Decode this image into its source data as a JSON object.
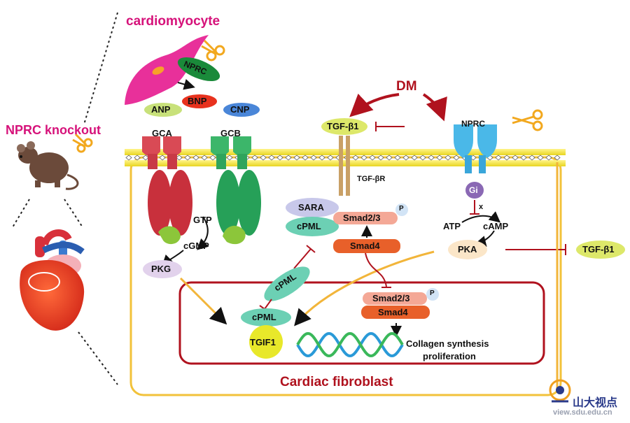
{
  "labels": {
    "cardiomyocyte": "cardiomyocyte",
    "nprc_knockout": "NPRC knockout",
    "dm": "DM",
    "cardiac_fibroblast": "Cardiac fibroblast",
    "nprc_cell": "NPRC",
    "nprc_receptor": "NPRC",
    "anp": "ANP",
    "bnp": "BNP",
    "cnp": "CNP",
    "gca": "GCA",
    "gcb": "GCB",
    "gtp": "GTP",
    "cgmp": "cGMP",
    "pkg": "PKG",
    "tgfb1_top": "TGF-β1",
    "tgfbr": "TGF-βR",
    "gi": "Gi",
    "x_mark": "x",
    "atp": "ATP",
    "camp": "cAMP",
    "pka": "PKA",
    "tgfb1_right": "TGF-β1",
    "sara": "SARA",
    "cpml_1": "cPML",
    "smad23_1": "Smad2/3",
    "p_1": "P",
    "smad4_1": "Smad4",
    "cpml_diag": "cPML",
    "cpml_2": "cPML",
    "tgif1": "TGIF1",
    "smad23_2": "Smad2/3",
    "p_2": "P",
    "smad4_2": "Smad4",
    "collagen_line1": "Collagen synthesis",
    "collagen_line2": "proliferation",
    "watermark_cn": "山大视点",
    "watermark_url": "view.sdu.edu.cn"
  },
  "colors": {
    "magenta": "#d6127a",
    "dark_red": "#b0121e",
    "membrane_yellow": "#f4ea3a",
    "arrow_orange": "#f2b53a",
    "receptor_blue": "#4ab8e8",
    "gca_red": "#d94a55",
    "gcb_green": "#3cb66a"
  },
  "icons": [
    "scissors-icon",
    "mouse-icon",
    "heart-icon",
    "dna-helix-icon",
    "watermark-logo-icon"
  ]
}
